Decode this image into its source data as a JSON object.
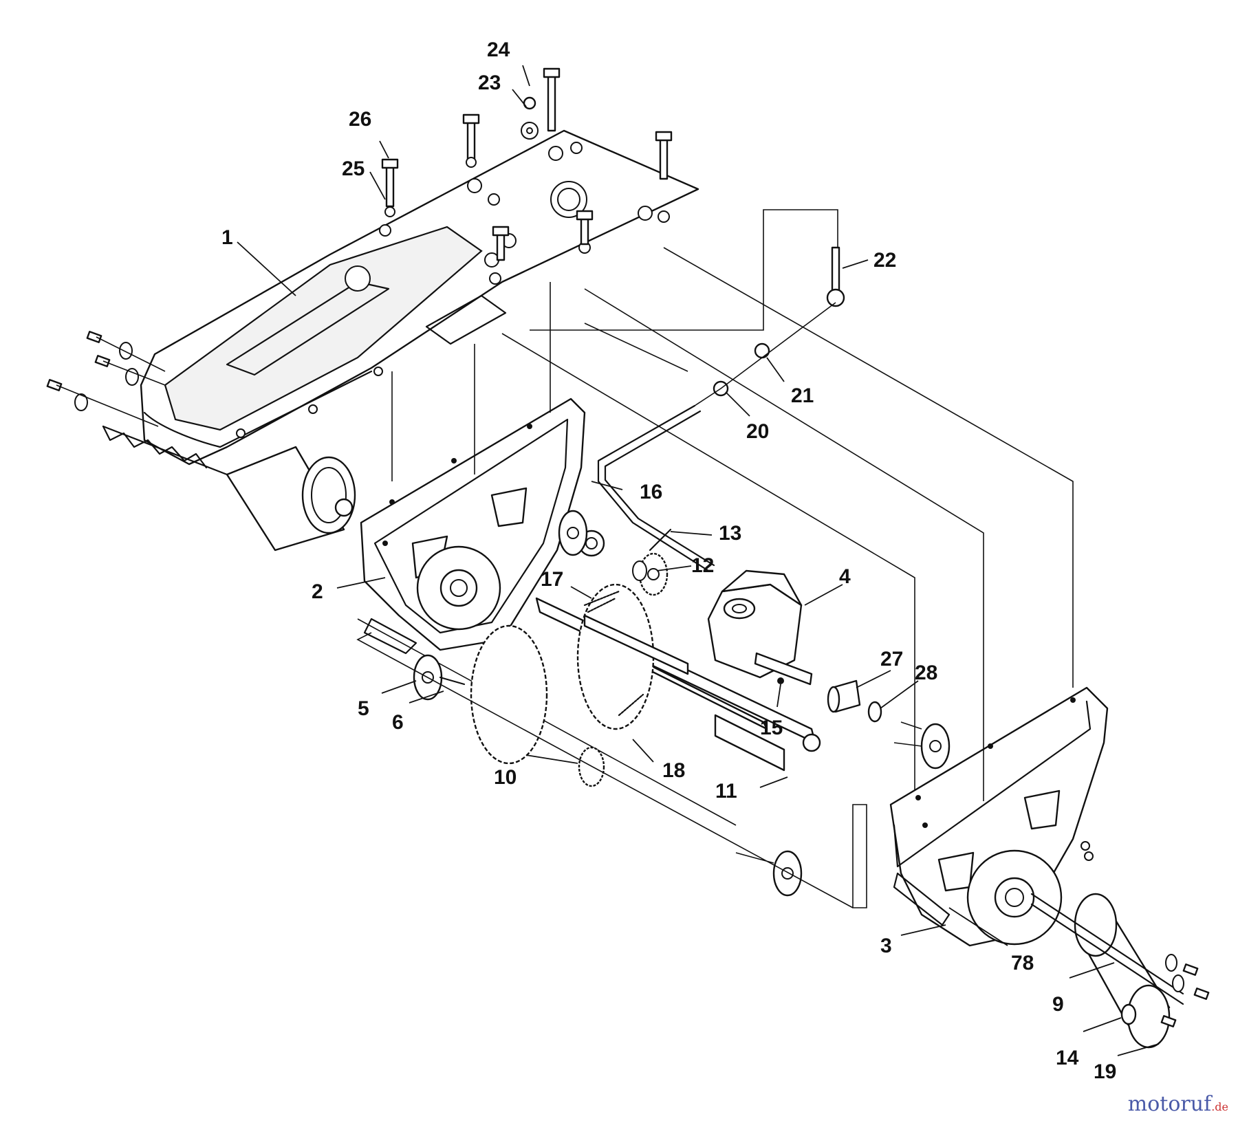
{
  "diagram": {
    "callouts": [
      "1",
      "2",
      "3",
      "4",
      "5",
      "6",
      "78",
      "9",
      "10",
      "11",
      "12",
      "13",
      "14",
      "15",
      "16",
      "17",
      "18",
      "19",
      "20",
      "21",
      "22",
      "23",
      "24",
      "25",
      "26",
      "27",
      "28"
    ]
  },
  "watermark": {
    "brand": "motoruf",
    "tld": ".de"
  }
}
